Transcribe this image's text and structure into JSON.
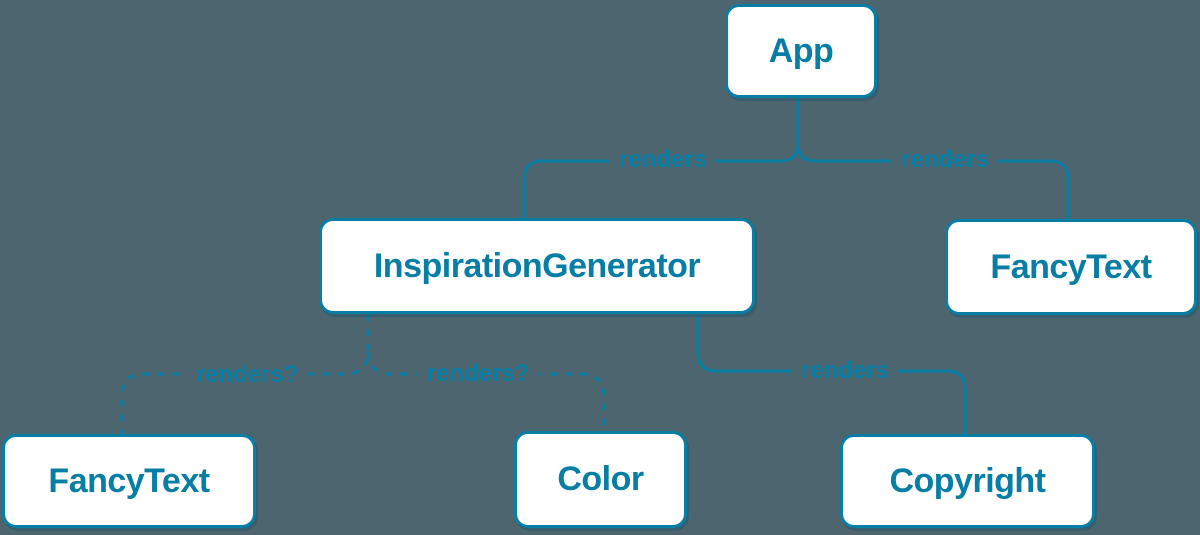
{
  "diagram": {
    "kind": "react-render-tree",
    "colors": {
      "background": "#4c656f",
      "accent": "#087ea4",
      "node_fill": "#ffffff"
    },
    "nodes": [
      {
        "id": "app",
        "label": "App"
      },
      {
        "id": "inspiration-generator",
        "label": "InspirationGenerator"
      },
      {
        "id": "fancy-text-top",
        "label": "FancyText"
      },
      {
        "id": "fancy-text-bottom",
        "label": "FancyText"
      },
      {
        "id": "color",
        "label": "Color"
      },
      {
        "id": "copyright",
        "label": "Copyright"
      }
    ],
    "edges": [
      {
        "from": "App",
        "to": "InspirationGenerator",
        "label": "renders",
        "style": "solid"
      },
      {
        "from": "App",
        "to": "FancyText",
        "label": "renders",
        "style": "solid"
      },
      {
        "from": "InspirationGenerator",
        "to": "FancyText",
        "label": "renders?",
        "style": "dashed"
      },
      {
        "from": "InspirationGenerator",
        "to": "Color",
        "label": "renders?",
        "style": "dashed"
      },
      {
        "from": "InspirationGenerator",
        "to": "Copyright",
        "label": "renders",
        "style": "solid"
      }
    ]
  }
}
